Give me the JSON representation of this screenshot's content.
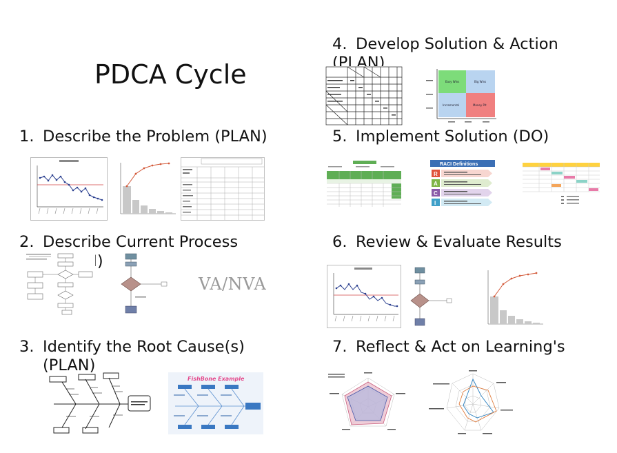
{
  "title": "PDCA Cycle",
  "steps": [
    {
      "num": "1.",
      "text": "Describe the Problem (PLAN)",
      "cont": ""
    },
    {
      "num": "2.",
      "text": "Describe Current Process",
      "cont": "N)"
    },
    {
      "num": "3.",
      "text": "Identify the Root Cause(s)",
      "cont": "(PLAN)"
    },
    {
      "num": "4.",
      "text": "Develop Solution & Action",
      "cont": "(PLAN)"
    },
    {
      "num": "5.",
      "text": "Implement Solution (DO)",
      "cont": ""
    },
    {
      "num": "6.",
      "text": "Review & Evaluate Results",
      "cont": ""
    },
    {
      "num": "7.",
      "text": "Reflect & Act on Learning's",
      "cont": ""
    }
  ],
  "thumbs": {
    "vanva": "VA/NVA",
    "fishbone_title": "FishBone Example",
    "raci_title": "RACI Definitions",
    "raci_letters": [
      "R",
      "A",
      "C",
      "I"
    ],
    "matrix_cells": [
      "Easy Wins",
      "Big Wins",
      "Incremental",
      "Money Pit"
    ]
  },
  "colors": {
    "raci_r": "#e0513a",
    "raci_a": "#7fb547",
    "raci_c": "#8a5aa8",
    "raci_i": "#3fa0c9",
    "raci_header": "#3b6fb5",
    "matrix_green": "#7ddc7a",
    "matrix_blue": "#b9d4f0",
    "matrix_red": "#f08080",
    "impl_green": "#5fae55",
    "pareto_line": "#d35a3a",
    "fishbone_title": "#e44a8c"
  }
}
